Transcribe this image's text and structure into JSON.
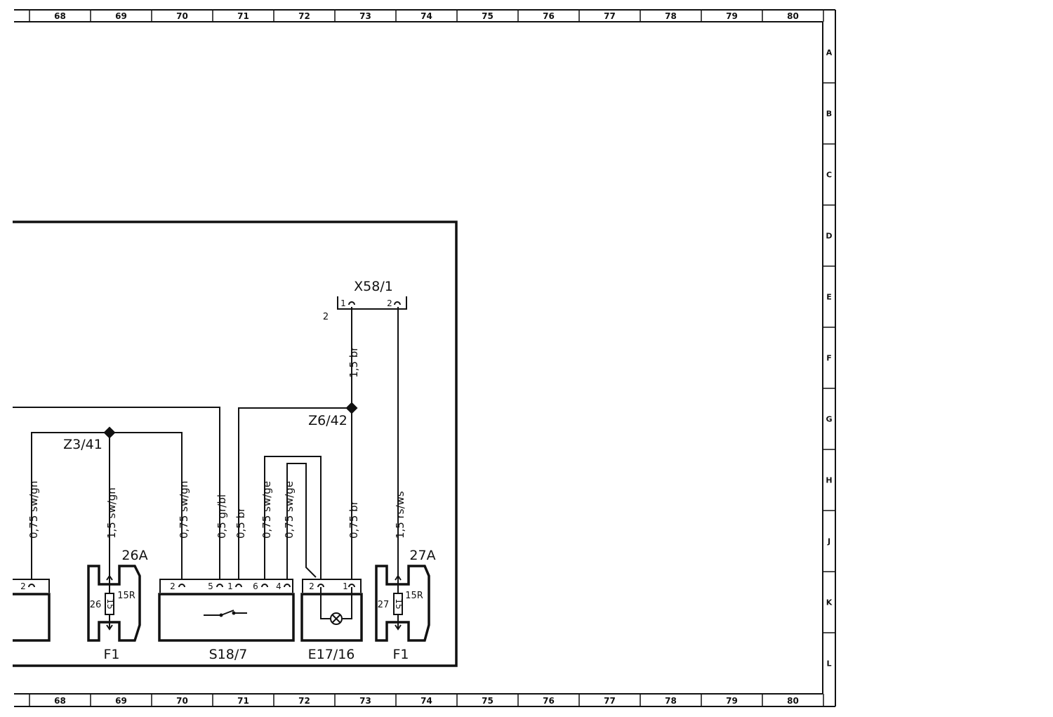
{
  "grid": {
    "columns": [
      "68",
      "69",
      "70",
      "71",
      "72",
      "73",
      "74",
      "75",
      "76",
      "77",
      "78",
      "79",
      "80"
    ],
    "rows": [
      "A",
      "B",
      "C",
      "D",
      "E",
      "F",
      "G",
      "H",
      "J",
      "K",
      "L"
    ]
  },
  "components": {
    "x58": {
      "name": "X58/1",
      "pin1": "1",
      "pin2": "2",
      "side": "2"
    },
    "z6": "Z6/42",
    "z3": "Z3/41",
    "fuse_left": {
      "name": "F1",
      "ref": "26A",
      "num": "26",
      "rating": "15R",
      "value": "15"
    },
    "fuse_right": {
      "name": "F1",
      "ref": "27A",
      "num": "27",
      "rating": "15R",
      "value": "15"
    },
    "switch": {
      "name": "S18/7",
      "pins": [
        "2",
        "5",
        "1",
        "6",
        "4"
      ]
    },
    "lamp": {
      "name": "E17/16",
      "pins": [
        "2",
        "1"
      ]
    },
    "left_box": {
      "pin": "2"
    }
  },
  "wires": {
    "w1": "0,75 sw/gn",
    "w2": "1,5 sw/gn",
    "w3": "0,75 sw/gn",
    "w4": "0,5 gr/bl",
    "w5": "0,5 br",
    "w6": "0,75 sw/ge",
    "w7": "0,75 sw/ge",
    "w8": "0,75 br",
    "w9": "1,5 rs/ws",
    "w10": "1,5 br"
  }
}
